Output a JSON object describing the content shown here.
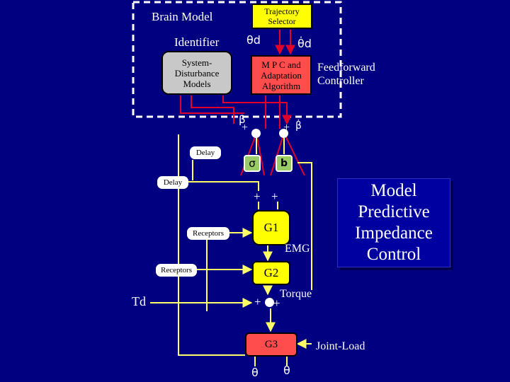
{
  "blocks": {
    "brain_model": "Brain Model",
    "trajectory_selector": "Trajectory Selector",
    "identifier": "Identifier",
    "system_disturbance": "System-Disturbance Models",
    "mpc": "M P C and Adaptation Algorithm",
    "feedforward": "Feedforward Controller",
    "delay_1": "Delay",
    "delay_2": "Delay",
    "receptors_1": "Receptors",
    "receptors_2": "Receptors",
    "g1": "G1",
    "g2": "G2",
    "g3": "G3"
  },
  "signals": {
    "theta_d": "θd",
    "theta_d_dot": "θ̇d",
    "beta": "β",
    "beta_dot": "β̇",
    "sigma": "σ",
    "b": "b",
    "emg": "EMG",
    "torque": "Torque",
    "td": "Td",
    "joint_load": "Joint-Load",
    "theta": "θ",
    "theta_dot": "θ̇",
    "plus": "+"
  },
  "title": "Model Predictive Impedance Control",
  "colors": {
    "background": "#000080",
    "wire_red": "#e0002a",
    "wire_yellow": "#ffff66",
    "block_yellow": "#ffff00",
    "block_gray": "#c8c8c8",
    "block_red": "#ff4d4d",
    "block_green": "#99cc66",
    "title_box": "#0000a0"
  }
}
